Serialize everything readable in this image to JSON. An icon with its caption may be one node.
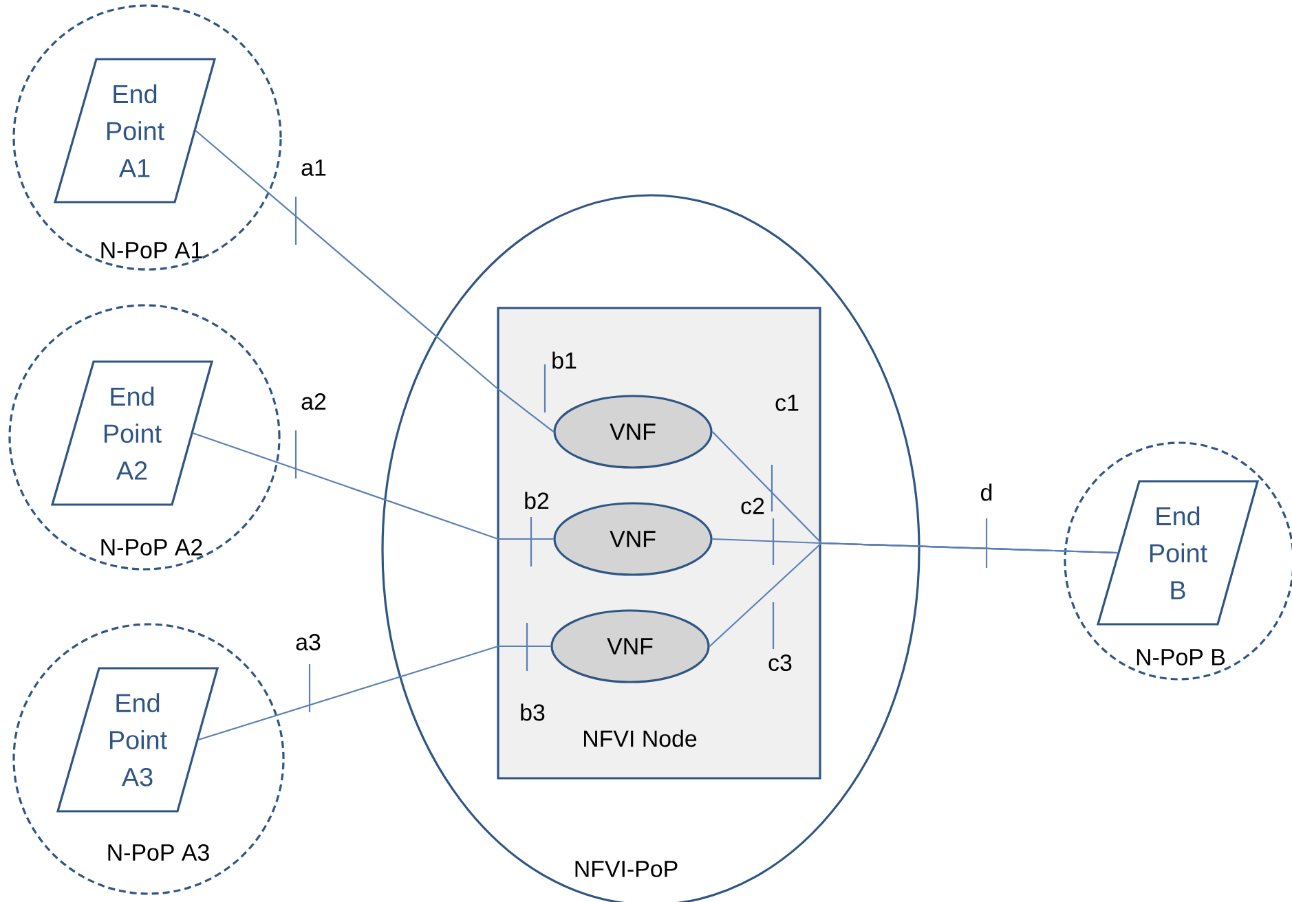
{
  "diagram": {
    "nodes": [
      {
        "text": [
          "N-PoP A1"
        ]
      },
      {
        "text": [
          "End Point A1"
        ],
        "in": 0
      },
      {
        "text": [
          "N-PoP A2"
        ]
      },
      {
        "text": [
          "End Point A2"
        ],
        "in": 2
      },
      {
        "text": [
          "N-PoP A3"
        ]
      },
      {
        "text": [
          "End Point A3"
        ],
        "in": 4
      },
      {
        "text": [
          "NFVI-PoP"
        ]
      },
      {
        "text": [
          "NFVI Node"
        ],
        "in": 6
      },
      {
        "text": [
          "VNF"
        ],
        "in": 7
      },
      {
        "text": [
          "VNF"
        ],
        "in": 7
      },
      {
        "text": [
          "VNF"
        ],
        "in": 7
      },
      {
        "text": [
          "N-PoP B"
        ]
      },
      {
        "text": [
          "End Point B"
        ],
        "in": 11
      }
    ],
    "edges": [
      {
        "from": 1,
        "to": 8,
        "arrow": "none"
      },
      {
        "from": 3,
        "to": 9,
        "arrow": "none"
      },
      {
        "from": 5,
        "to": 10,
        "arrow": "none"
      },
      {
        "from": 8,
        "to": 12,
        "arrow": "none"
      },
      {
        "from": 9,
        "to": 12,
        "arrow": "none"
      },
      {
        "from": 10,
        "to": 12,
        "arrow": "none"
      }
    ],
    "labels": [
      "a1",
      "a2",
      "a3",
      "b1",
      "b2",
      "b3",
      "c1",
      "c2",
      "c3",
      "d"
    ]
  }
}
